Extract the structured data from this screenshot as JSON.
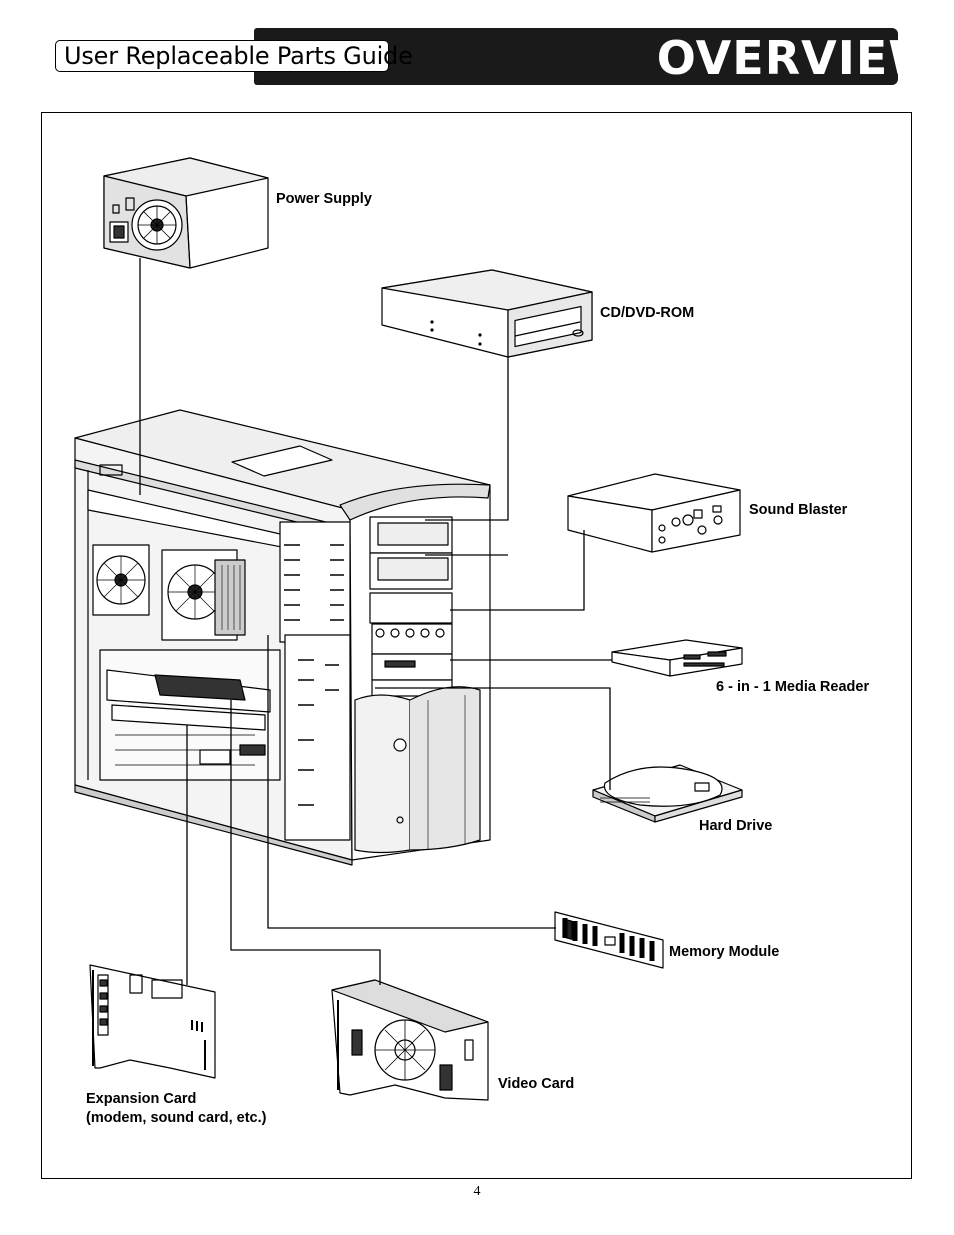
{
  "header": {
    "guide_title": "User Replaceable Parts Guide",
    "section_title": "OVERVIEW"
  },
  "parts": {
    "power_supply": "Power Supply",
    "cd_dvd_rom": "CD/DVD-ROM",
    "sound_blaster": "Sound Blaster",
    "media_reader": "6 - in - 1 Media Reader",
    "hard_drive": "Hard Drive",
    "memory_module": "Memory Module",
    "video_card": "Video Card",
    "expansion_card_line1": "Expansion Card",
    "expansion_card_line2": "(modem, sound card, etc.)"
  },
  "footer": {
    "page_number": "4"
  }
}
